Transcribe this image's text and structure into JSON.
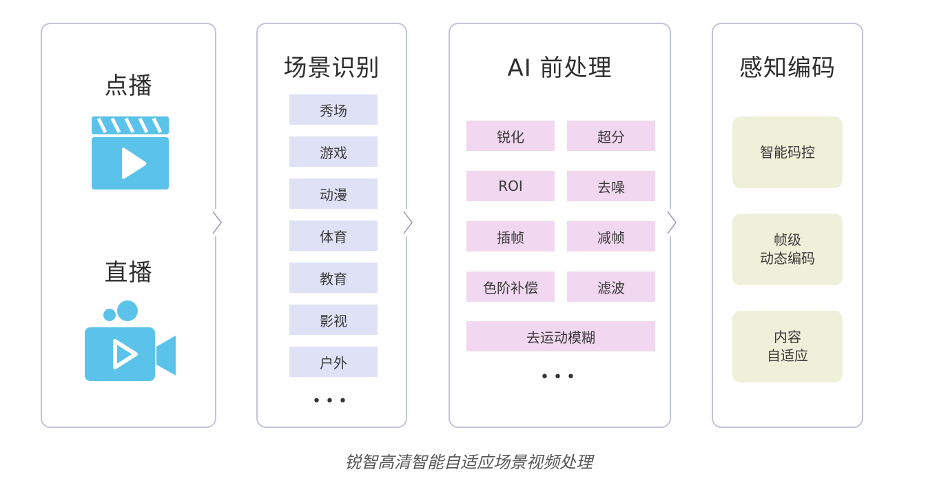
{
  "colors": {
    "border": "#c2c5d8",
    "icon_blue": "#5bc3ea",
    "scene_chip": "#dfe1f7",
    "ai_chip": "#f1d7ef",
    "enc_chip": "#eef0d9"
  },
  "source": {
    "vod_label": "点播",
    "vod_icon": "clapperboard-play-icon",
    "live_label": "直播",
    "live_icon": "video-camera-icon"
  },
  "scene": {
    "title": "场景识别",
    "items": [
      "秀场",
      "游戏",
      "动漫",
      "体育",
      "教育",
      "影视",
      "户外"
    ],
    "more": "•••"
  },
  "ai": {
    "title": "AI 前处理",
    "items": [
      "锐化",
      "超分",
      "ROI",
      "去噪",
      "插帧",
      "减帧",
      "色阶补偿",
      "滤波"
    ],
    "wide_item": "去运动模糊",
    "more": "•••"
  },
  "encode": {
    "title": "感知编码",
    "items": [
      {
        "line1": "智能码控",
        "line2": ""
      },
      {
        "line1": "帧级",
        "line2": "动态编码"
      },
      {
        "line1": "内容",
        "line2": "自适应"
      }
    ]
  },
  "caption": "锐智高清智能自适应场景视频处理"
}
